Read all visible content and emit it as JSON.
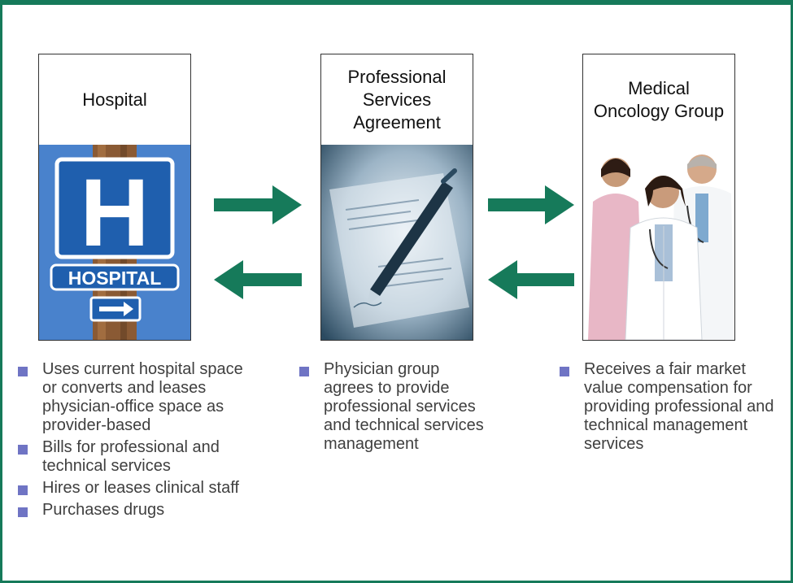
{
  "colors": {
    "frame": "#167a5a",
    "arrow": "#167a5a",
    "bullet": "#6f74c4"
  },
  "hospital": {
    "title": "Hospital",
    "image_icon": "hospital-sign-icon",
    "sign_letter": "H",
    "sign_text": "HOSPITAL",
    "bullets": [
      "Uses current hospital space or converts and leases physician-office space as provider-based",
      "Bills for professional and technical services",
      "Hires or leases clinical staff",
      "Purchases drugs"
    ]
  },
  "agreement": {
    "title": "Professional Services Agreement",
    "image_icon": "pen-and-document-icon",
    "bullets": [
      "Physician group agrees to provide professional services and technical services management"
    ]
  },
  "oncology": {
    "title": "Medical Oncology Group",
    "image_icon": "medical-staff-photo-icon",
    "bullets": [
      "Receives a fair market value compensation for providing professional and technical management services"
    ]
  },
  "arrows": [
    {
      "name": "arrow-hospital-to-agreement",
      "direction": "right"
    },
    {
      "name": "arrow-agreement-to-hospital",
      "direction": "left"
    },
    {
      "name": "arrow-agreement-to-oncology",
      "direction": "right"
    },
    {
      "name": "arrow-oncology-to-agreement",
      "direction": "left"
    }
  ]
}
